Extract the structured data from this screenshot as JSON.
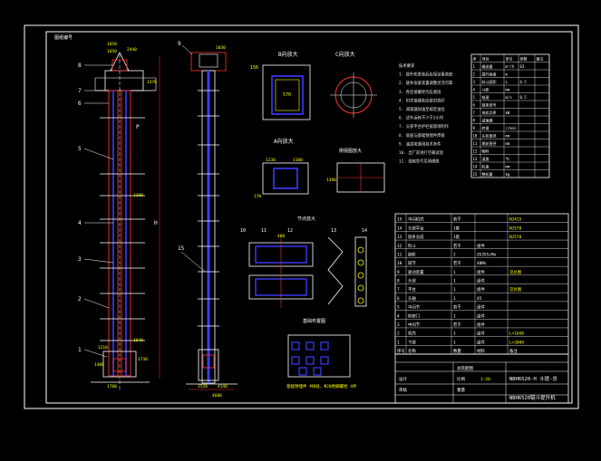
{
  "corner_tag": "图纸编号",
  "balloons": {
    "left": [
      "8",
      "7",
      "6",
      "5",
      "4",
      "3",
      "2",
      "1"
    ],
    "middle_top": "9",
    "middle_side": "15",
    "assembly": [
      "10",
      "11",
      "12",
      "13",
      "14"
    ]
  },
  "labels": {
    "h_mark": "H",
    "p_mark": "P",
    "view_b": "B向放大",
    "view_c": "C向放大",
    "view_a": "A向放大",
    "view_side": "侧视图放大",
    "view_node": "节点放大",
    "view_base": "基础布置图",
    "base_note": "基础预埋件 共8处，Φ20地脚螺栓 4件"
  },
  "notes": [
    "技术要求",
    "1. 提升机安装后应保证垂直度",
    "2. 链条张紧装置调整灵活可靠",
    "3. 各连接螺栓均应紧固",
    "4. 机壳接缝处应密封良好",
    "5. 减速器加油至规定油位",
    "6. 试车运转不少于2小时",
    "7. 头部平台护栏按现场制作",
    "8. 底座与基础预埋件焊接",
    "9. 油漆按通用技术条件",
    "10. 出厂前进行空载试验",
    "11. 规格型号见明细表"
  ],
  "parts": [
    {
      "no": "15",
      "name": "中间机壳",
      "qty": "若干",
      "mat": "",
      "remark": "NJ415"
    },
    {
      "no": "14",
      "name": "头部平台",
      "qty": "1套",
      "mat": "",
      "remark": "NJ570"
    },
    {
      "no": "13",
      "name": "链条总成",
      "qty": "1套",
      "mat": "",
      "remark": "NJ570"
    },
    {
      "no": "12",
      "name": "料斗",
      "qty": "若干",
      "mat": "组件",
      "remark": ""
    },
    {
      "no": "11",
      "name": "链轮",
      "qty": "2",
      "mat": "ZG35SiMn",
      "remark": ""
    },
    {
      "no": "10",
      "name": "链节",
      "qty": "若干",
      "mat": "40Mn",
      "remark": ""
    },
    {
      "no": "9",
      "name": "驱动装置",
      "qty": "1",
      "mat": "组件",
      "remark": "见总图"
    },
    {
      "no": "8",
      "name": "头部",
      "qty": "1",
      "mat": "组件",
      "remark": ""
    },
    {
      "no": "7",
      "name": "平台",
      "qty": "1",
      "mat": "组件",
      "remark": "见总图"
    },
    {
      "no": "6",
      "name": "头轴",
      "qty": "1",
      "mat": "45",
      "remark": ""
    },
    {
      "no": "5",
      "name": "中间节",
      "qty": "若干",
      "mat": "组件",
      "remark": ""
    },
    {
      "no": "4",
      "name": "检修门",
      "qty": "1",
      "mat": "组件",
      "remark": ""
    },
    {
      "no": "3",
      "name": "中间节",
      "qty": "若干",
      "mat": "组件",
      "remark": ""
    },
    {
      "no": "2",
      "name": "机壳",
      "qty": "1",
      "mat": "组件",
      "remark": "L=1660"
    },
    {
      "no": "1",
      "name": "下部",
      "qty": "1",
      "mat": "组件",
      "remark": "L=3000"
    }
  ],
  "parts_header": [
    "序号",
    "名称",
    "数量",
    "材料",
    "备注"
  ],
  "title_block": {
    "drawing_no": "NBH6520-H 斗提-总",
    "title": "NBH6520链斗提升机",
    "sheet": "1:20",
    "company": "总装配图",
    "scale_label": "比例",
    "weight_label": "重量",
    "designer": "设计",
    "checker": "审核"
  },
  "spec_table": {
    "header": [
      "序",
      "项目",
      "单位",
      "参数",
      "备注"
    ],
    "rows": [
      [
        "1",
        "输送量",
        "m³/h",
        "63",
        ""
      ],
      [
        "2",
        "提升高度",
        "m",
        "",
        ""
      ],
      [
        "3",
        "料斗容积",
        "L",
        "6.5",
        ""
      ],
      [
        "4",
        "斗距",
        "mm",
        "",
        ""
      ],
      [
        "5",
        "链速",
        "m/s",
        "0.5",
        ""
      ],
      [
        "6",
        "链条型号",
        "",
        "",
        ""
      ],
      [
        "7",
        "电机功率",
        "kW",
        "",
        ""
      ],
      [
        "8",
        "减速器",
        "",
        "",
        ""
      ],
      [
        "9",
        "转速",
        "r/min",
        "",
        ""
      ],
      [
        "10",
        "头轮直径",
        "mm",
        "",
        ""
      ],
      [
        "11",
        "尾轮直径",
        "mm",
        "",
        ""
      ],
      [
        "12",
        "物料",
        "",
        "",
        ""
      ],
      [
        "13",
        "温度",
        "℃",
        "",
        ""
      ],
      [
        "14",
        "粒度",
        "mm",
        "",
        ""
      ],
      [
        "15",
        "整机重",
        "kg",
        "",
        ""
      ]
    ]
  },
  "dims": {
    "top_w1": "1650",
    "top_w2": "2440",
    "side_h": "1370",
    "mid_h1": "1380",
    "mid_h2": "1640",
    "bot_w1": "1210",
    "bot_w2": "1730",
    "bot_h": "1400",
    "base_w": "1780",
    "right_top": "1030",
    "right_base1": "1520",
    "right_base2": "4140",
    "b_w": "570",
    "b_h": "156",
    "a_w1": "1230",
    "a_w2": "1100",
    "a_h": "170",
    "side_w": "1390",
    "node_w": "480",
    "bottom_total": "4680"
  }
}
